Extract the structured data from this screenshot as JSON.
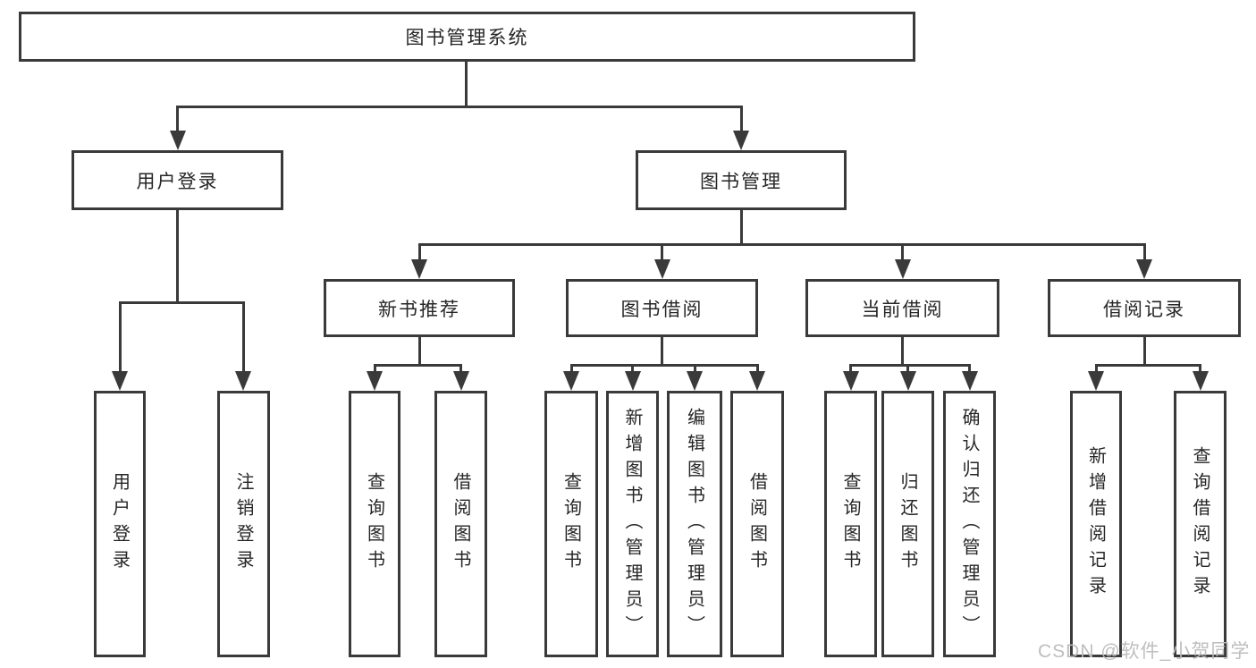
{
  "diagram": {
    "root": {
      "label": "图书管理系统"
    },
    "level2": [
      {
        "label": "用户登录"
      },
      {
        "label": "图书管理"
      }
    ],
    "level3": [
      {
        "label": "新书推荐"
      },
      {
        "label": "图书借阅"
      },
      {
        "label": "当前借阅"
      },
      {
        "label": "借阅记录"
      }
    ],
    "leaves_login": [
      {
        "label": "用户登录"
      },
      {
        "label": "注销登录"
      }
    ],
    "leaves_newbook": [
      {
        "label": "查询图书"
      },
      {
        "label": "借阅图书"
      }
    ],
    "leaves_borrow": [
      {
        "label": "查询图书"
      },
      {
        "label": "新增图书（管理员）"
      },
      {
        "label": "编辑图书（管理员）"
      },
      {
        "label": "借阅图书"
      }
    ],
    "leaves_current": [
      {
        "label": "查询图书"
      },
      {
        "label": "归还图书"
      },
      {
        "label": "确认归还（管理员）"
      }
    ],
    "leaves_record": [
      {
        "label": "新增借阅记录"
      },
      {
        "label": "查询借阅记录"
      }
    ]
  },
  "colors": {
    "line": "#3a3a3a",
    "text": "#262626",
    "watermark": "#bababa",
    "background": "#ffffff"
  },
  "watermark": {
    "text": "CSDN @软件_小贺同学"
  }
}
